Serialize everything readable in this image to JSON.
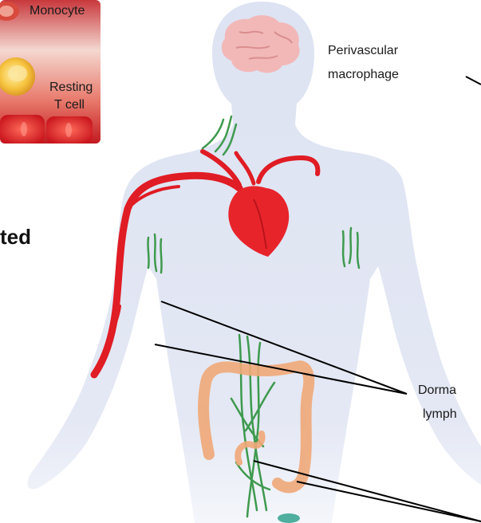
{
  "inset": {
    "monocyte_label": "Monocyte",
    "resting_label": "Resting",
    "tcell_label": "T cell"
  },
  "heading_fragment": "ted",
  "labels": {
    "perivascular": "Perivascular",
    "macrophage": "macrophage",
    "dorma": "Dorma",
    "lymph": "lymph"
  },
  "colors": {
    "body": "#dde3f2",
    "artery": "#e01c24",
    "heart": "#e8242b",
    "brain": "#f2b8b8",
    "lymph_vessels": "#3e9a4e",
    "colon": "#f0a878",
    "callout_lines": "#000000"
  }
}
